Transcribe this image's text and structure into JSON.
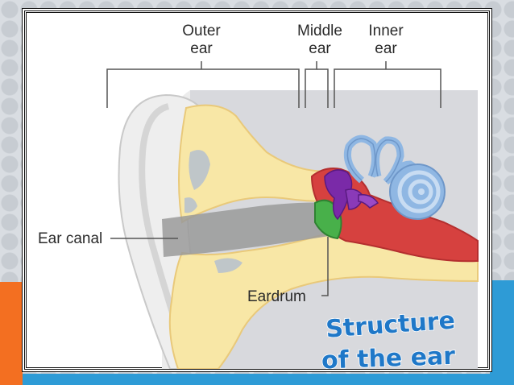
{
  "labels": {
    "outer_ear": [
      "Outer",
      "ear"
    ],
    "middle_ear": [
      "Middle",
      "ear"
    ],
    "inner_ear": [
      "Inner",
      "ear"
    ],
    "ear_canal": "Ear canal",
    "eardrum": "Eardrum"
  },
  "title": [
    "Structure",
    "of the ear"
  ],
  "colors": {
    "outer_skin": "#eeeeee",
    "tissue": "#f8e7a6",
    "canal": "#9a9a9a",
    "middle_ear_red": "#d6413f",
    "ossicles": "#7a2aa8",
    "eardrum": "#48b04a",
    "cochlea": "#8fb7e3",
    "title": "#1f78c8"
  }
}
